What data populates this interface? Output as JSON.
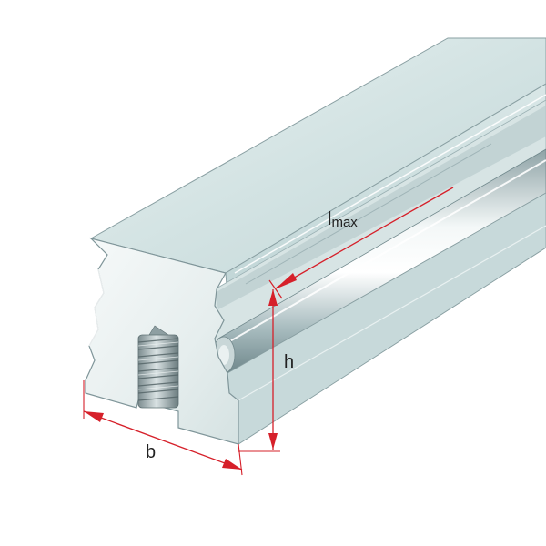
{
  "labels": {
    "length": "l",
    "length_subscript": "max",
    "height": "h",
    "width": "b"
  },
  "colors": {
    "dimension_line": "#d6202a",
    "rail_light": "#eef4f3",
    "rail_mid": "#cfe0e0",
    "rail_dark": "#9fb8bb",
    "outline": "#7f9599"
  }
}
